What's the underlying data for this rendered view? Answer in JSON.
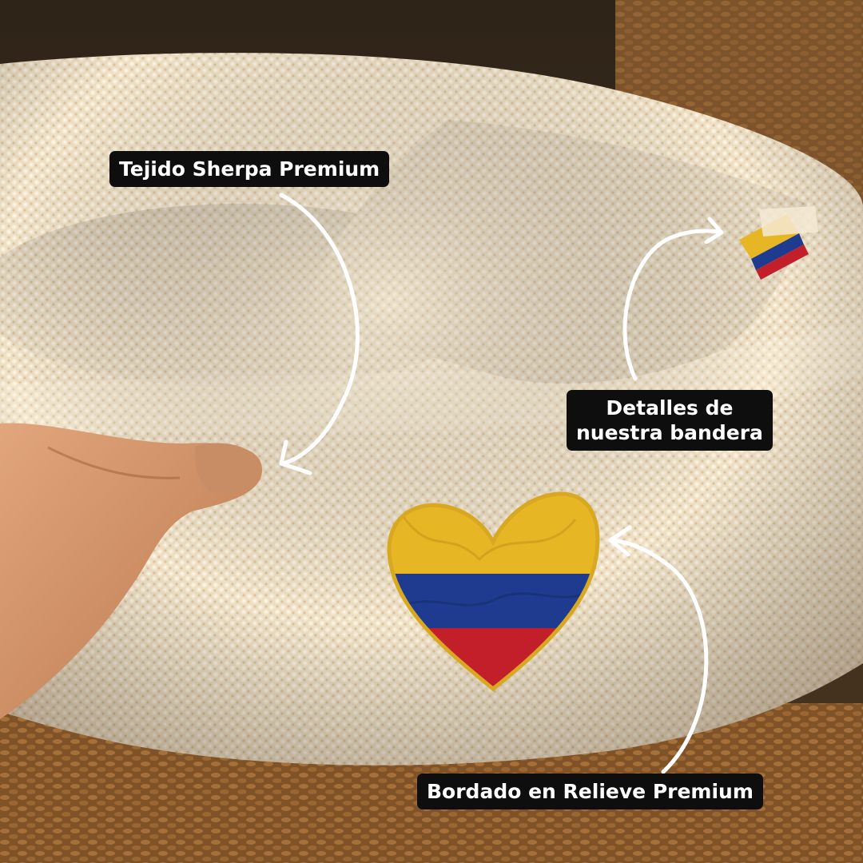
{
  "scene": {
    "subject": "cream-sherpa-donut-pet-bed",
    "accent_colors": {
      "sherpa": "#efe0c4",
      "flag_yellow": "#e7b625",
      "flag_blue": "#1f3b8f",
      "flag_red": "#c21f2b",
      "rug": "#a06a33",
      "label_bg": "#0e0e0e",
      "label_text": "#ffffff",
      "arrow": "#ffffff"
    }
  },
  "callouts": {
    "sherpa": "Tejido Sherpa Premium",
    "flag_line1": "Detalles de",
    "flag_line2": "nuestra bandera",
    "embroidery": "Bordado en Relieve Premium"
  },
  "icons": {
    "arrow": "curved-arrow-icon",
    "patch": "colombia-heart-patch-icon"
  }
}
